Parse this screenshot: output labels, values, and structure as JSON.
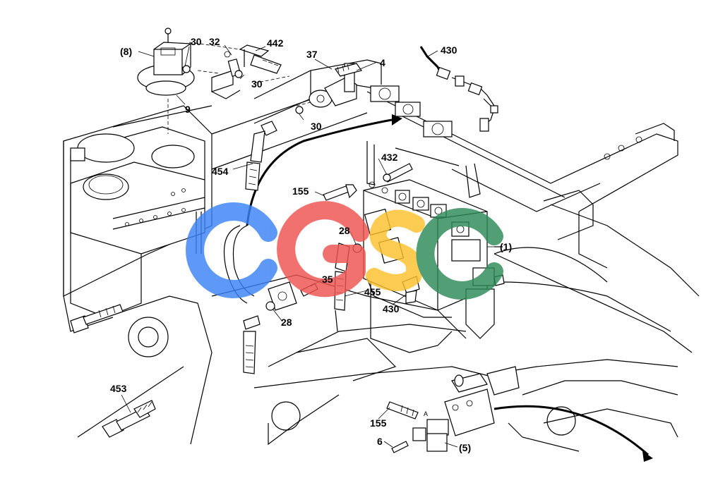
{
  "labels": {
    "l8": "(8)",
    "l30a": "30",
    "l32": "32",
    "l442": "442",
    "l37": "37",
    "l4": "4",
    "l430a": "430",
    "l30b": "30",
    "l9": "9",
    "l30c": "30",
    "l432": "432",
    "l454": "454",
    "l155a": "155",
    "l28a": "28",
    "l1": "(1)",
    "l35": "35",
    "l455": "455",
    "l430b": "430",
    "l28b": "28",
    "l453": "453",
    "l155b": "155",
    "l6": "6",
    "l5": "(5)",
    "portA": "A"
  },
  "watermark": {
    "text": "CGSC",
    "colors": [
      "#3b82f6",
      "#ef5350",
      "#fbc02d",
      "#2e8b57"
    ]
  }
}
